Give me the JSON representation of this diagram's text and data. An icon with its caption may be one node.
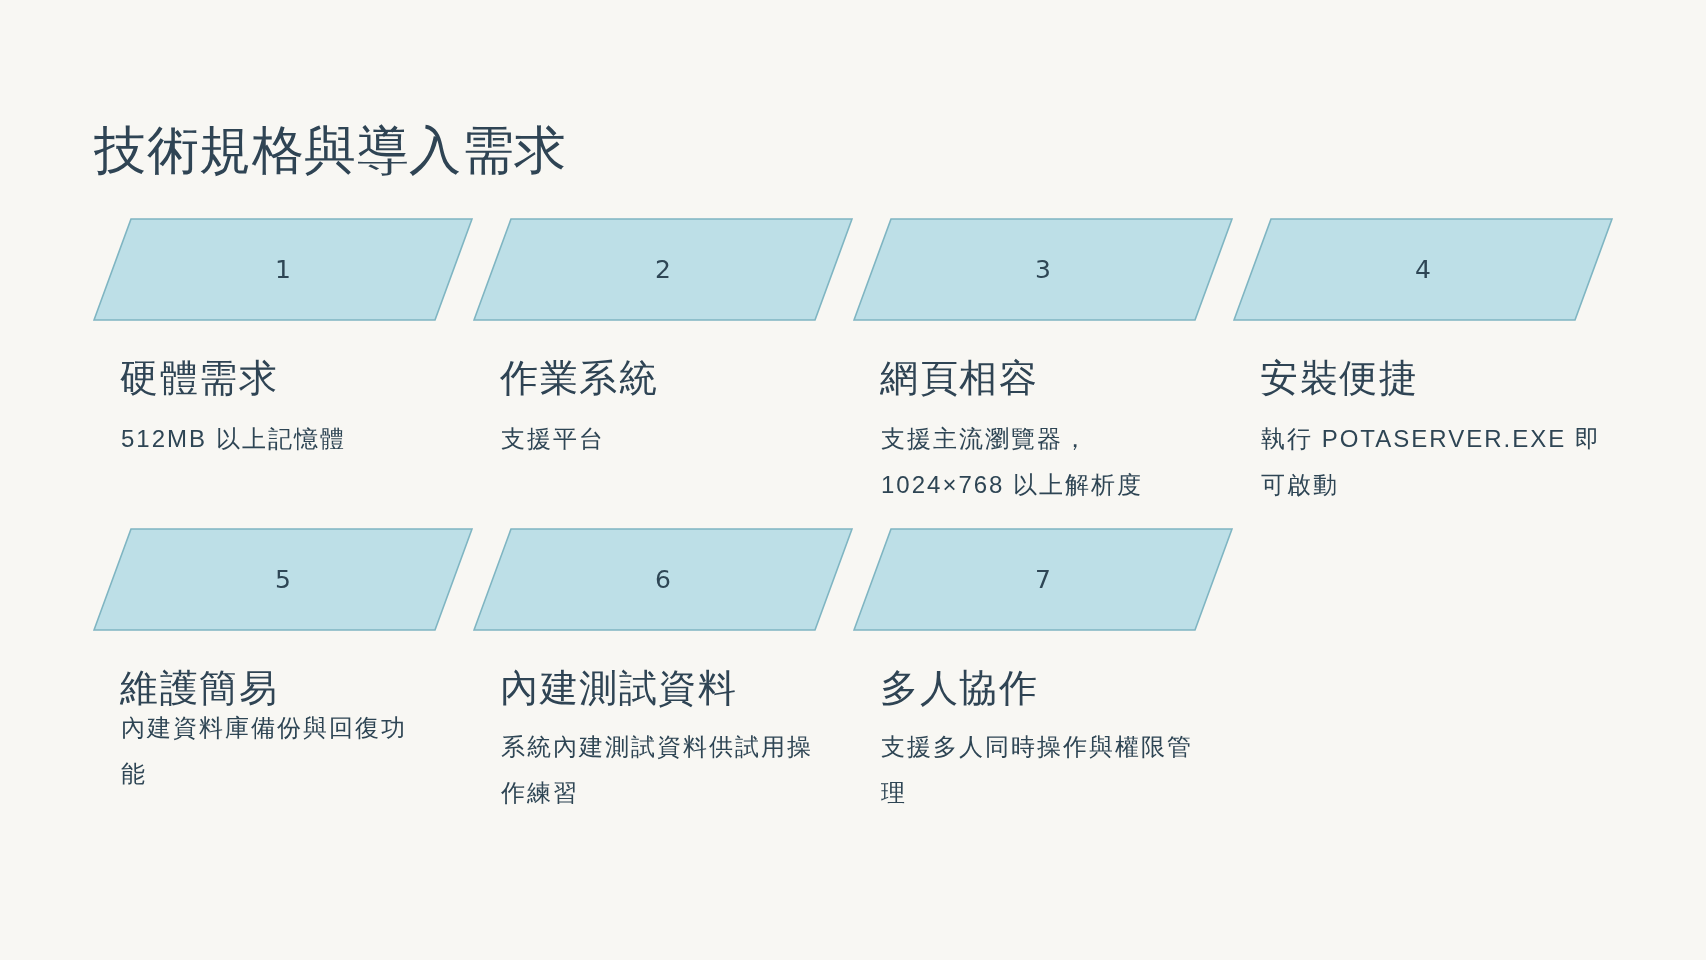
{
  "diagram": {
    "title": "技術規格與導入需求",
    "nodes": [
      {
        "text": [
          "1"
        ],
        "beside": [
          "硬體需求",
          "512MB 以上記憶體"
        ]
      },
      {
        "text": [
          "2"
        ],
        "beside": [
          "作業系統",
          "支援平台"
        ]
      },
      {
        "text": [
          "3"
        ],
        "beside": [
          "網頁相容",
          "支援主流瀏覽器，1024×768 以上解析度"
        ]
      },
      {
        "text": [
          "4"
        ],
        "beside": [
          "安裝便捷",
          "執行 POTASERVER.EXE 即可啟動"
        ]
      },
      {
        "text": [
          "5"
        ],
        "beside": [
          "維護簡易",
          "內建資料庫備份與回復功能"
        ]
      },
      {
        "text": [
          "6"
        ],
        "beside": [
          "內建測試資料",
          "系統內建測試資料供試用操作練習"
        ]
      },
      {
        "text": [
          "7"
        ],
        "beside": [
          "多人協作",
          "支援多人同時操作與權限管理"
        ]
      }
    ]
  }
}
